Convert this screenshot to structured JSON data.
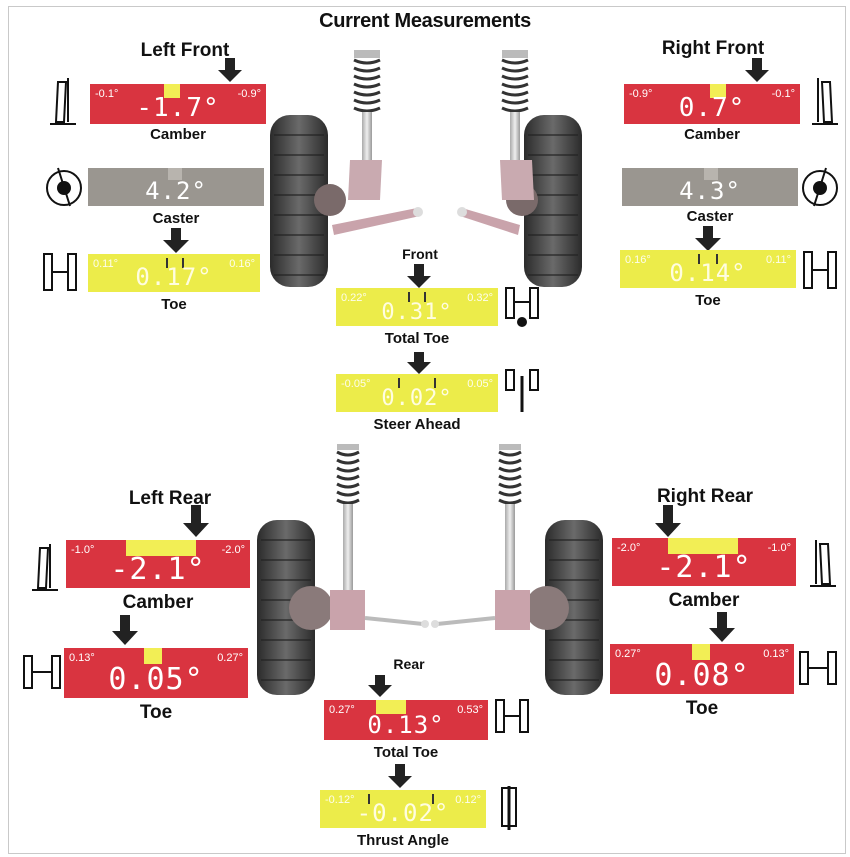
{
  "title": "Current Measurements",
  "front": {
    "section_label": "Front",
    "left": {
      "heading": "Left Front",
      "camber": {
        "label": "Camber",
        "value": "-1.7°",
        "min": "-0.1°",
        "max": "-0.9°"
      },
      "caster": {
        "label": "Caster",
        "value": "4.2°"
      },
      "toe": {
        "label": "Toe",
        "value": "0.17°",
        "min": "0.11°",
        "max": "0.16°"
      }
    },
    "right": {
      "heading": "Right Front",
      "camber": {
        "label": "Camber",
        "value": "0.7°",
        "min": "-0.9°",
        "max": "-0.1°"
      },
      "caster": {
        "label": "Caster",
        "value": "4.3°"
      },
      "toe": {
        "label": "Toe",
        "value": "0.14°",
        "min": "0.16°",
        "max": "0.11°"
      }
    },
    "total_toe": {
      "label": "Total Toe",
      "value": "0.31°",
      "min": "0.22°",
      "max": "0.32°"
    },
    "steer_ahead": {
      "label": "Steer Ahead",
      "value": "0.02°",
      "min": "-0.05°",
      "max": "0.05°"
    }
  },
  "rear": {
    "section_label": "Rear",
    "left": {
      "heading": "Left Rear",
      "camber": {
        "label": "Camber",
        "value": "-2.1°",
        "min": "-1.0°",
        "max": "-2.0°"
      },
      "toe": {
        "label": "Toe",
        "value": "0.05°",
        "min": "0.13°",
        "max": "0.27°"
      }
    },
    "right": {
      "heading": "Right Rear",
      "camber": {
        "label": "Camber",
        "value": "-2.1°",
        "min": "-2.0°",
        "max": "-1.0°"
      },
      "toe": {
        "label": "Toe",
        "value": "0.08°",
        "min": "0.27°",
        "max": "0.13°"
      }
    },
    "total_toe": {
      "label": "Total Toe",
      "value": "0.13°",
      "min": "0.27°",
      "max": "0.53°"
    },
    "thrust_angle": {
      "label": "Thrust Angle",
      "value": "-0.02°",
      "min": "-0.12°",
      "max": "0.12°"
    }
  },
  "colors": {
    "out_of_spec": "#d93440",
    "in_spec": "#ecec4a",
    "no_spec": "#9a9690"
  }
}
